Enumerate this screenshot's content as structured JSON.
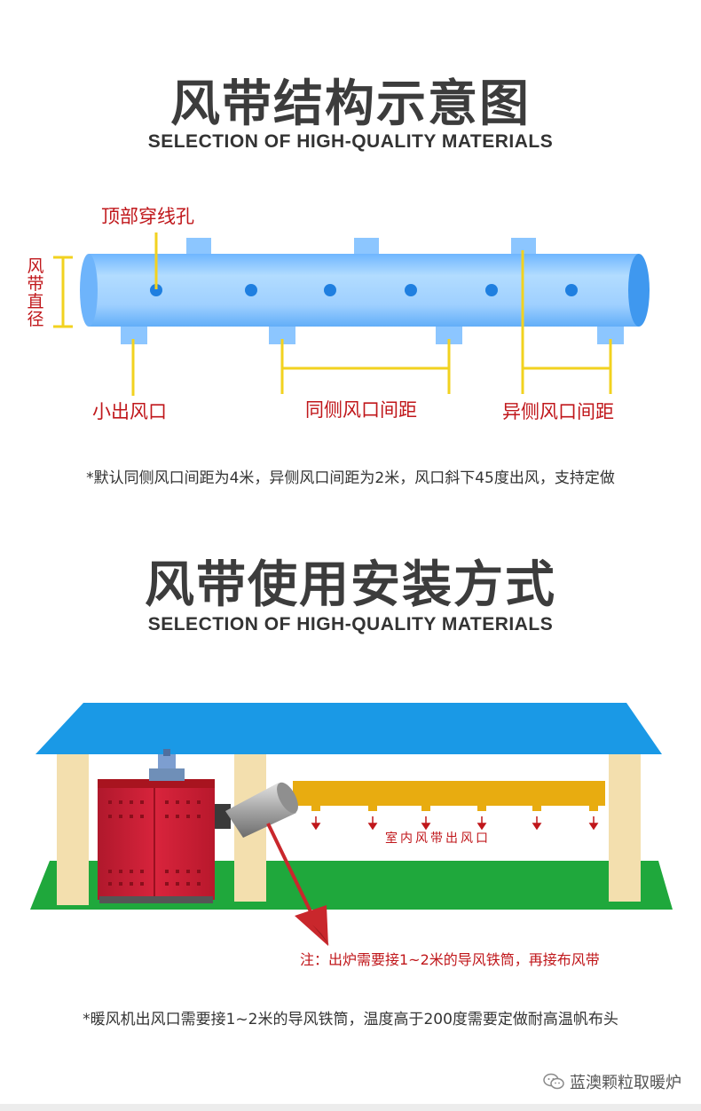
{
  "section1": {
    "title": "风带结构示意图",
    "subtitle": "SELECTION OF HIGH-QUALITY MATERIALS",
    "labels": {
      "top_hole": "顶部穿线孔",
      "diameter": "风带直径",
      "small_outlet": "小出风口",
      "same_side_spacing": "同侧风口间距",
      "opposite_side_spacing": "异侧风口间距"
    },
    "note": "*默认同侧风口间距为4米，异侧风口间距为2米，风口斜下45度出风，支持定做"
  },
  "section2": {
    "title": "风带使用安装方式",
    "subtitle": "SELECTION OF HIGH-QUALITY MATERIALS",
    "indoor_outlet_label": "室内风带出风口",
    "callout": "注：出炉需要接1~2米的导风铁筒，再接布风带",
    "note": "*暖风机出风口需要接1~2米的导风铁筒，温度高于200度需要定做耐高温帆布头"
  },
  "watermark": "蓝澳颗粒取暖炉",
  "colors": {
    "duct_blue": "#8cc6ff",
    "label_red": "#c0171b",
    "guide_yellow": "#f2d21f",
    "roof_blue": "#1a99e6",
    "ground_green": "#1fa83c",
    "duct_gold": "#e8ac10",
    "heater_red": "#cc1e35"
  }
}
